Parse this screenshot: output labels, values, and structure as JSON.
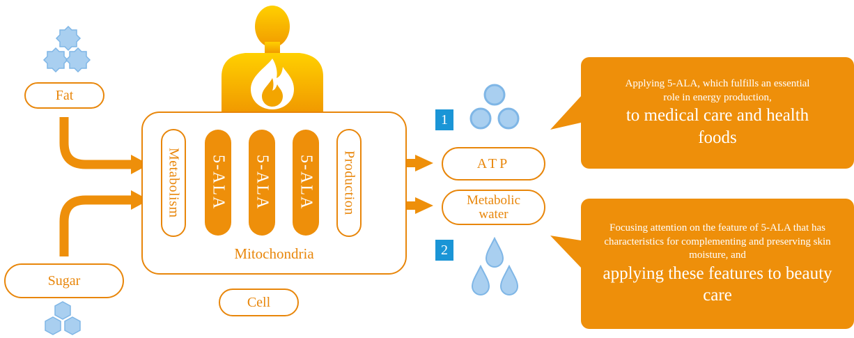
{
  "diagram": {
    "inputs": {
      "fat_label": "Fat",
      "sugar_label": "Sugar"
    },
    "cell": {
      "label": "Cell",
      "mitochondria_label": "Mitochondria",
      "stages": {
        "metabolism": "Metabolism",
        "ala_1": "5-ALA",
        "ala_2": "5-ALA",
        "ala_3": "5-ALA",
        "production": "Production"
      }
    },
    "outputs": {
      "atp_label": "ATP",
      "water_label": "Metabolic water",
      "atp_number": "1",
      "water_number": "2"
    },
    "callouts": {
      "medical": {
        "intro": "Applying 5-ALA, which fulfills an essential role in energy production,",
        "headline": "to medical care and health foods"
      },
      "beauty": {
        "intro": "Focusing attention on the feature of 5-ALA that has characteristics for complementing and preserving skin moisture, and",
        "headline": "applying these features to beauty care"
      }
    },
    "colors": {
      "orange": "#ee8f0a",
      "orange_outline": "#e8860a",
      "blue_number": "#1a95d6",
      "light_blue": "#a9cff0",
      "figure_gradient_top": "#ffd000",
      "figure_gradient_bottom": "#f19a00"
    },
    "icons": [
      "fat-molecule-icon",
      "sugar-molecule-icon",
      "human-figure-icon",
      "flame-icon",
      "atp-molecule-icon",
      "water-drop-icon"
    ]
  }
}
